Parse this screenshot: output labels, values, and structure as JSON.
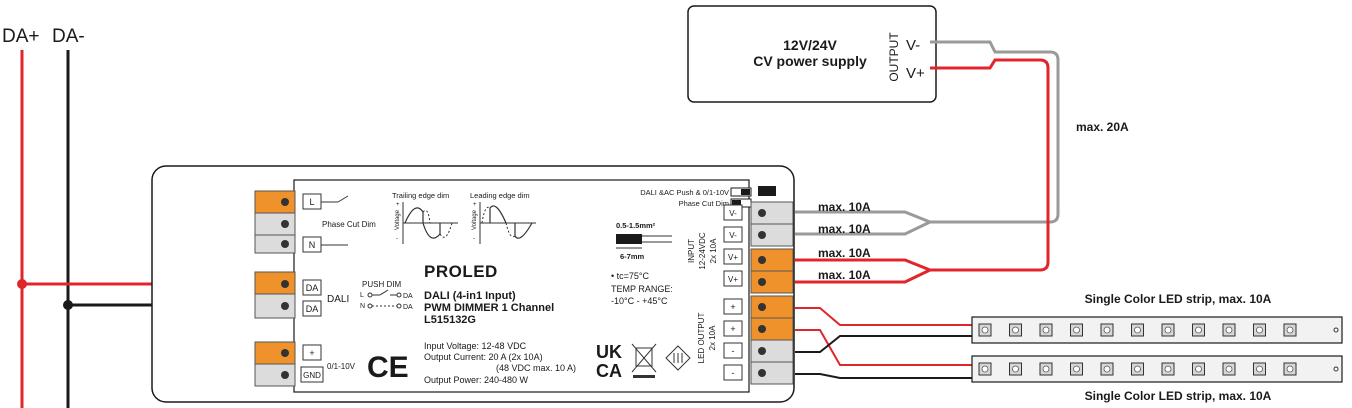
{
  "bus": {
    "da_plus": "DA+",
    "da_minus": "DA-"
  },
  "power_supply": {
    "line1": "12V/24V",
    "line2": "CV power supply",
    "output_label": "OUTPUT",
    "v_minus": "V-",
    "v_plus": "V+"
  },
  "max_20a": "max. 20A",
  "input_wires": [
    "max. 10A",
    "max. 10A",
    "max. 10A",
    "max. 10A"
  ],
  "led_strips": {
    "top_label": "Single Color LED strip, max. 10A",
    "bottom_label": "Single Color LED strip, max. 10A"
  },
  "device": {
    "brand": "PROLED",
    "name": "DALI (4-in1 Input)",
    "subtitle": "PWM DIMMER 1 Channel",
    "model": "L515132G",
    "specs": {
      "input_voltage": "Input Voltage:   12-48 VDC",
      "output_current": "Output Current: 20 A (2x 10A)",
      "output_current_note": "(48 VDC max. 10 A)",
      "output_power": "Output Power:   240-480 W"
    },
    "terminals_left": {
      "l": "L",
      "n": "N",
      "da1": "DA",
      "da2": "DA",
      "plus": "+",
      "gnd": "GND"
    },
    "labels": {
      "phase_cut_dim": "Phase Cut Dim",
      "dali": "DALI",
      "push_dim": "PUSH DIM",
      "push_l": "L",
      "push_n": "N",
      "push_da1": "DA",
      "push_da2": "DA",
      "zero_ten": "0/1-10V",
      "trailing_edge": "Trailing edge dim",
      "leading_edge": "Leading edge dim",
      "voltage_axis": "Voltage",
      "axis_plus": "+",
      "axis_minus": "-"
    },
    "switch": {
      "line1": "DALI &AC Push & 0/1-10V",
      "line2": "Phase Cut Dim"
    },
    "wire_strip": {
      "spec": "0.5-1.5mm²",
      "length": "6-7mm"
    },
    "temp": {
      "tc": "• tc=75°C",
      "range_label": "TEMP RANGE:",
      "range": "-10°C - +45°C"
    },
    "input_block": {
      "line1": "INPUT",
      "line2": "12-24VDC",
      "line3": "2x 10A",
      "pins": [
        "V-",
        "V-",
        "V+",
        "V+"
      ]
    },
    "output_block": {
      "line1": "LED OUTPUT",
      "line2": "2x 10A",
      "pins": [
        "+",
        "+",
        "-",
        "-"
      ]
    },
    "marks": {
      "ce": "CE",
      "uk": "UK",
      "ca": "CA"
    }
  },
  "colors": {
    "red": "#e0262b",
    "black": "#1a1a1a",
    "gray": "#9a9a9a",
    "orange": "#f0922b",
    "terminal_gray": "#dcdcdc"
  }
}
